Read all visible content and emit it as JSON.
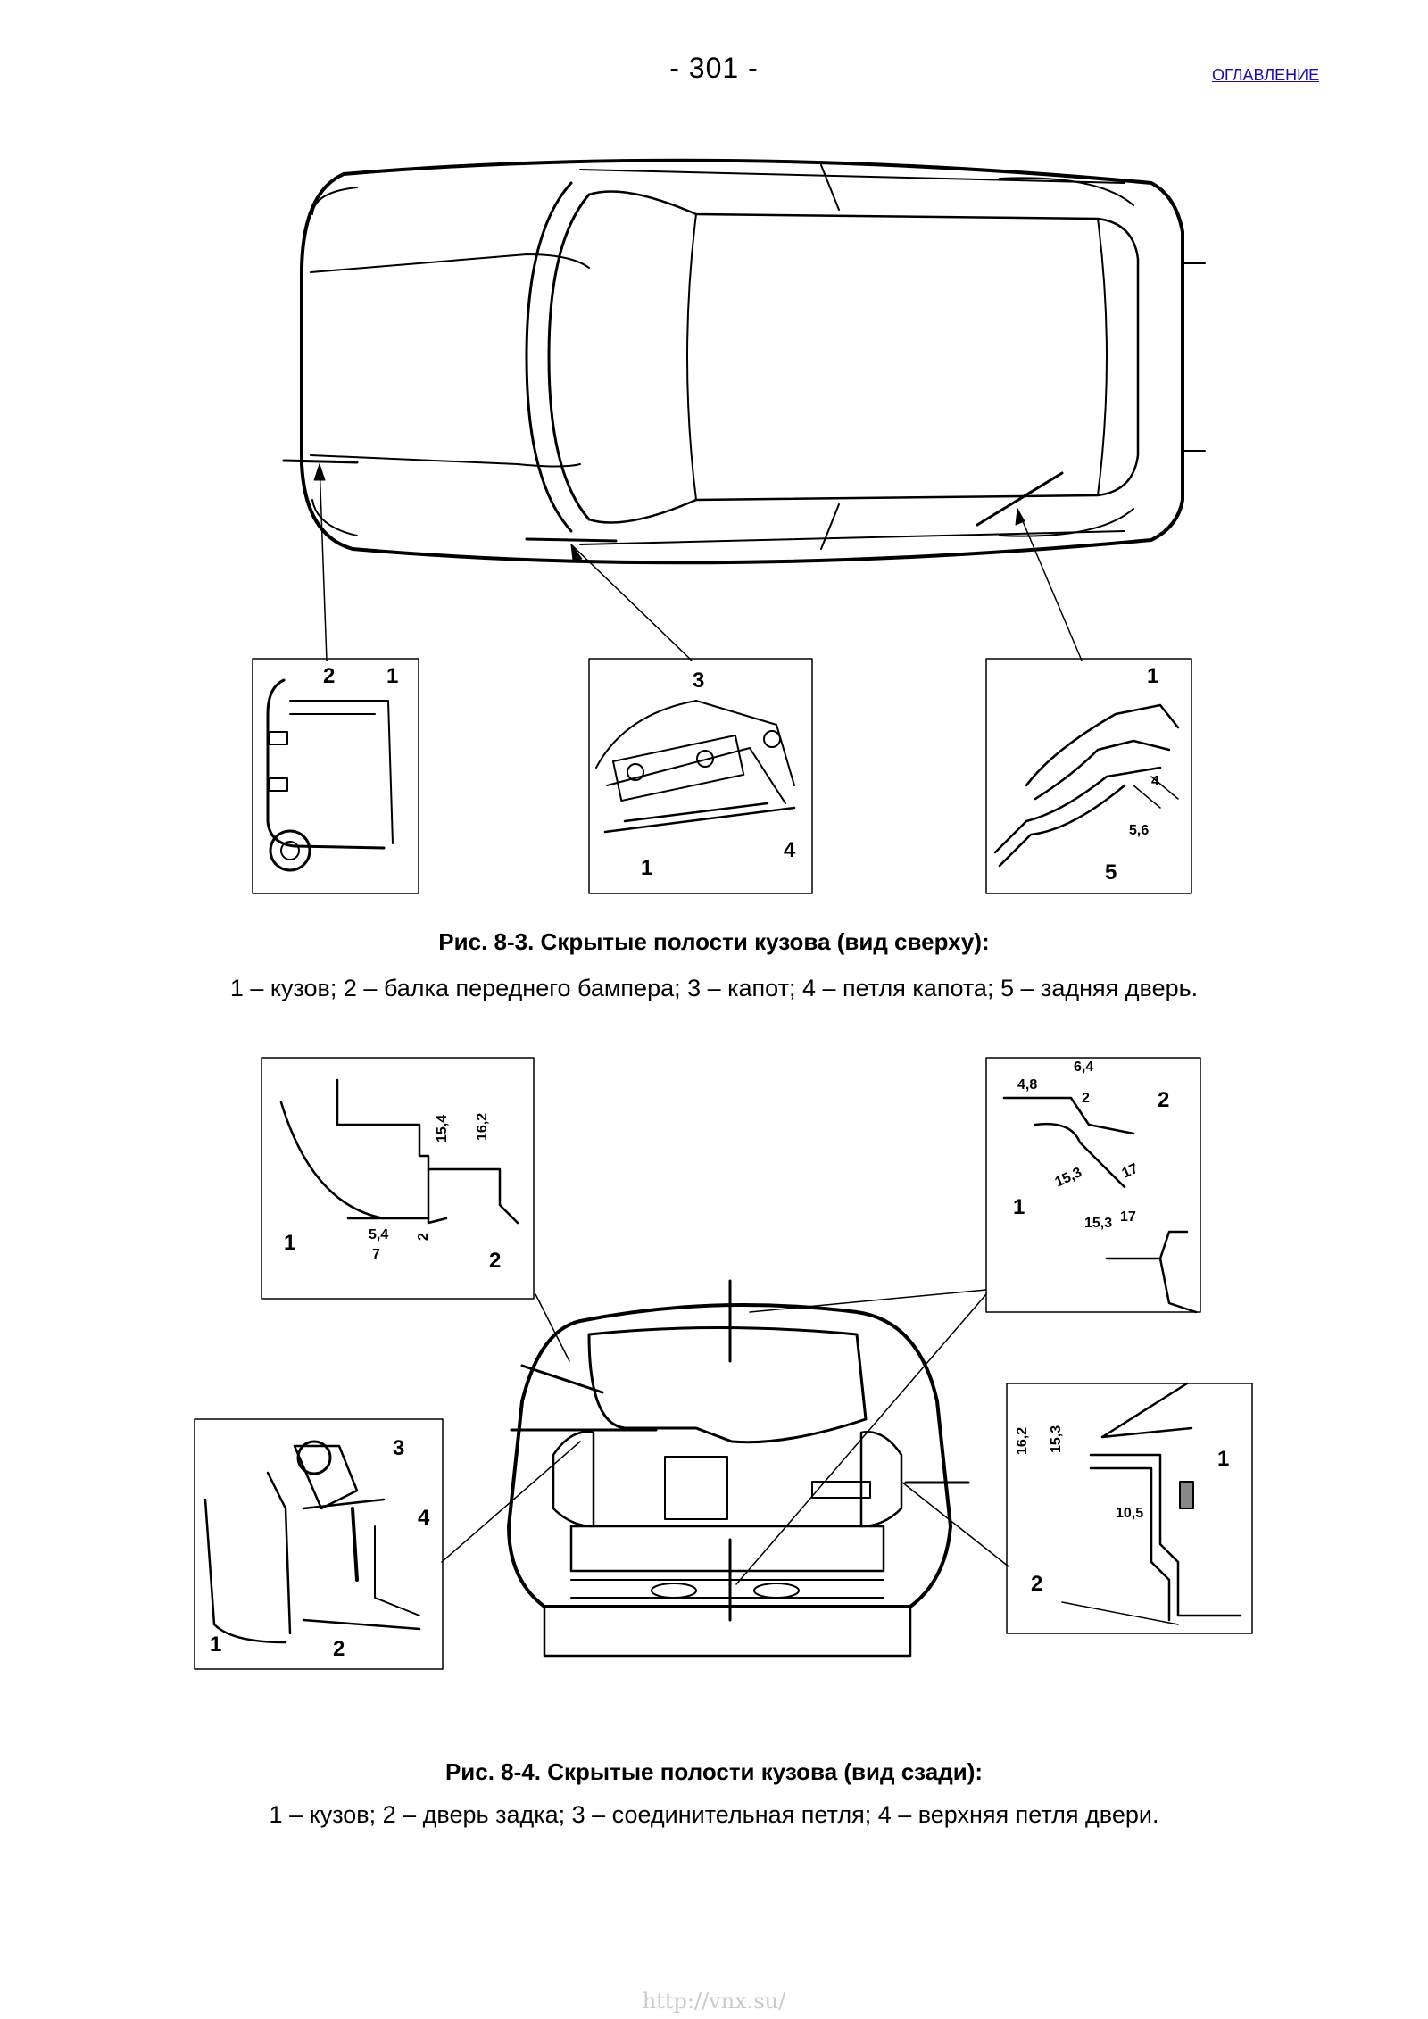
{
  "header": {
    "page_number": "- 301 -",
    "toc_link": "ОГЛАВЛЕНИЕ"
  },
  "figure1": {
    "title": "Рис. 8-3. Скрытые полости кузова (вид сверху):",
    "legend": "1 – кузов; 2 – балка переднего бампера; 3 – капот; 4 – петля капота; 5 – задняя дверь.",
    "detail_a": {
      "labels": [
        "2",
        "1"
      ]
    },
    "detail_b": {
      "labels": [
        "3",
        "4",
        "1"
      ]
    },
    "detail_c": {
      "labels": [
        "1",
        "4",
        "5,6",
        "5"
      ]
    }
  },
  "figure2": {
    "title": "Рис. 8-4. Скрытые полости кузова (вид сзади):",
    "legend": "1 – кузов; 2 – дверь задка; 3 – соединительная петля; 4 – верхняя петля двери.",
    "detail_tl": {
      "labels": [
        "1",
        "2",
        "15,4",
        "16,2",
        "5,4",
        "2",
        "7"
      ]
    },
    "detail_tr": {
      "labels": [
        "6,4",
        "4,8",
        "2",
        "2",
        "15,3",
        "17",
        "1",
        "15,3",
        "17"
      ]
    },
    "detail_bl": {
      "labels": [
        "3",
        "4",
        "1",
        "2"
      ]
    },
    "detail_br": {
      "labels": [
        "16,2",
        "15,3",
        "1",
        "10,5",
        "2"
      ]
    }
  },
  "footer": {
    "url": "http://vnx.su/"
  }
}
